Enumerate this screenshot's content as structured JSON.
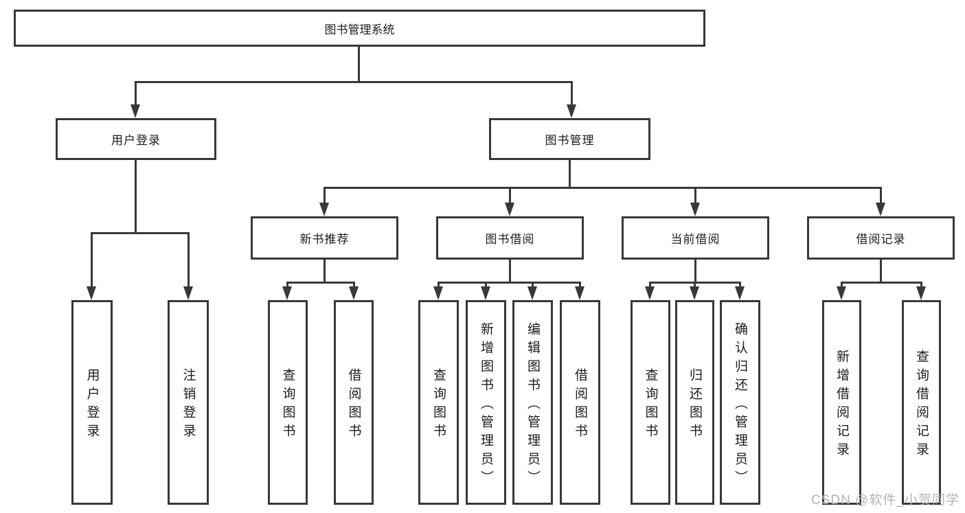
{
  "tree": {
    "root": "图书管理系统",
    "branches": [
      {
        "label": "用户登录",
        "children": [
          "用户登录",
          "注销登录"
        ]
      },
      {
        "label": "图书管理",
        "children": [
          {
            "label": "新书推荐",
            "children": [
              "查询图书",
              "借阅图书"
            ]
          },
          {
            "label": "图书借阅",
            "children": [
              "查询图书",
              "新增图书（管理员）",
              "编辑图书（管理员）",
              "借阅图书"
            ]
          },
          {
            "label": "当前借阅",
            "children": [
              "查询图书",
              "归还图书",
              "确认归还（管理员）"
            ]
          },
          {
            "label": "借阅记录",
            "children": [
              "新增借阅记录",
              "查询借阅记录"
            ]
          }
        ]
      }
    ]
  },
  "watermark": "CSDN @软件_小贺同学",
  "colors": {
    "line": "#383838",
    "text": "#1c1c1c",
    "bg": "#ffffff",
    "watermark": "#b3b3b3"
  }
}
